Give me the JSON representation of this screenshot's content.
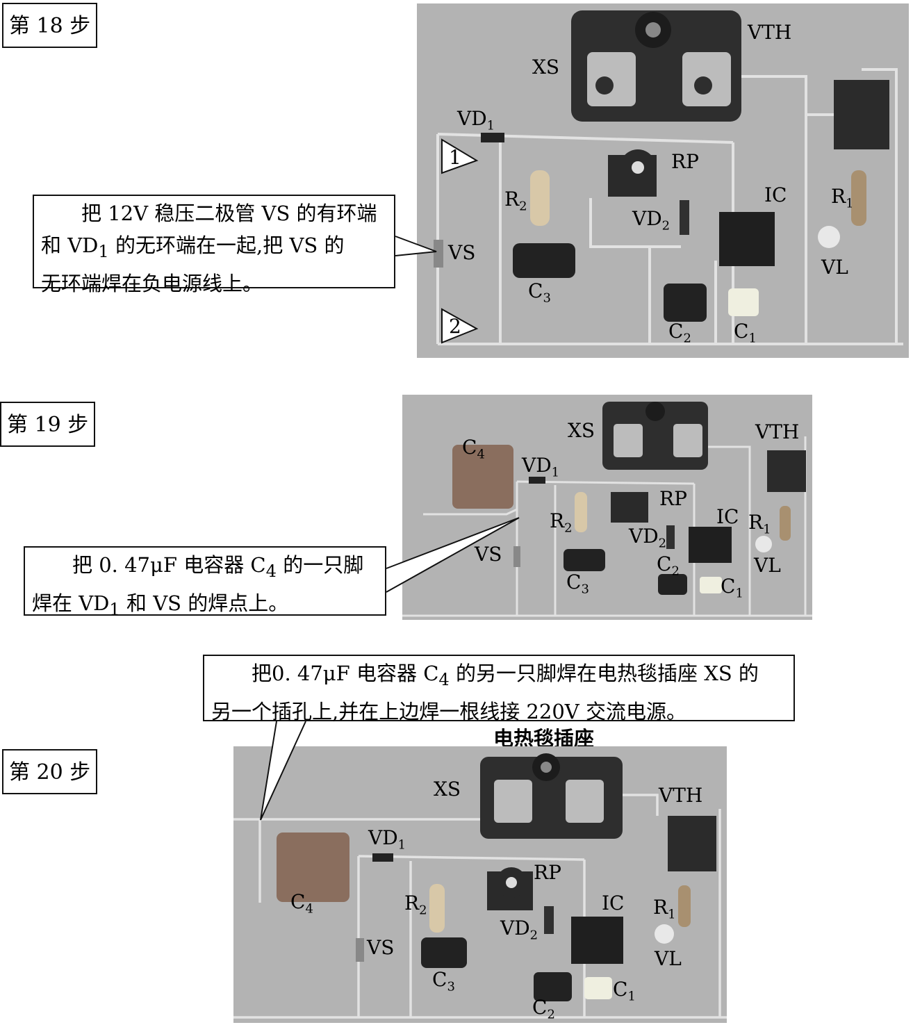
{
  "steps": [
    {
      "label": "第 18 步",
      "callout": {
        "line1": "把 12V 稳压二极管 VS 的有环端",
        "line2_a": "和 VD",
        "line2_sub": "1",
        "line2_b": " 的无环端在一起,把 VS 的",
        "line3": "无环端焊在负电源线上。"
      },
      "markers": [
        "1",
        "2"
      ],
      "components": {
        "xs": "XS",
        "vth": "VTH",
        "vd1": "VD",
        "vd1_sub": "1",
        "rp": "RP",
        "r2": "R",
        "r2_sub": "2",
        "ic": "IC",
        "r1": "R",
        "r1_sub": "1",
        "vd2": "VD",
        "vd2_sub": "2",
        "vs": "VS",
        "vl": "VL",
        "c3": "C",
        "c3_sub": "3",
        "c2": "C",
        "c2_sub": "2",
        "c1": "C",
        "c1_sub": "1"
      }
    },
    {
      "label": "第 19 步",
      "callout": {
        "line1_a": "把 0. 47μF 电容器 C",
        "line1_sub": "4",
        "line1_b": " 的一只脚",
        "line2_a": "焊在 VD",
        "line2_sub": "1",
        "line2_b": " 和 VS 的焊点上。"
      },
      "components": {
        "c4": "C",
        "c4_sub": "4",
        "vd1": "VD",
        "vd1_sub": "1",
        "xs": "XS",
        "vth": "VTH",
        "rp": "RP",
        "r2": "R",
        "r2_sub": "2",
        "ic": "IC",
        "r1": "R",
        "r1_sub": "1",
        "vd2": "VD",
        "vd2_sub": "2",
        "vs": "VS",
        "c2": "C",
        "c2_sub": "2",
        "vl": "VL",
        "c3": "C",
        "c3_sub": "3",
        "c1": "C",
        "c1_sub": "1"
      }
    },
    {
      "label": "第 20 步",
      "callout": {
        "line1_a": "把0. 47μF 电容器 C",
        "line1_sub": "4",
        "line1_b": " 的另一只脚焊在电热毯插座 XS 的",
        "line2": "另一个插孔上,并在上边焊一根线接 220V 交流电源。"
      },
      "heading": "电热毯插座",
      "components": {
        "xs": "XS",
        "vth": "VTH",
        "vd1": "VD",
        "vd1_sub": "1",
        "rp": "RP",
        "c4": "C",
        "c4_sub": "4",
        "r2": "R",
        "r2_sub": "2",
        "ic": "IC",
        "r1": "R",
        "r1_sub": "1",
        "vd2": "VD",
        "vd2_sub": "2",
        "vs": "VS",
        "vl": "VL",
        "c3": "C",
        "c3_sub": "3",
        "c1": "C",
        "c1_sub": "1",
        "c2": "C",
        "c2_sub": "2"
      }
    }
  ],
  "colors": {
    "photo_bg": "#b3b3b3",
    "socket": "#2e2e2e",
    "wire": "#e0e0e0",
    "capacitor_film": "#8a6e5e"
  }
}
